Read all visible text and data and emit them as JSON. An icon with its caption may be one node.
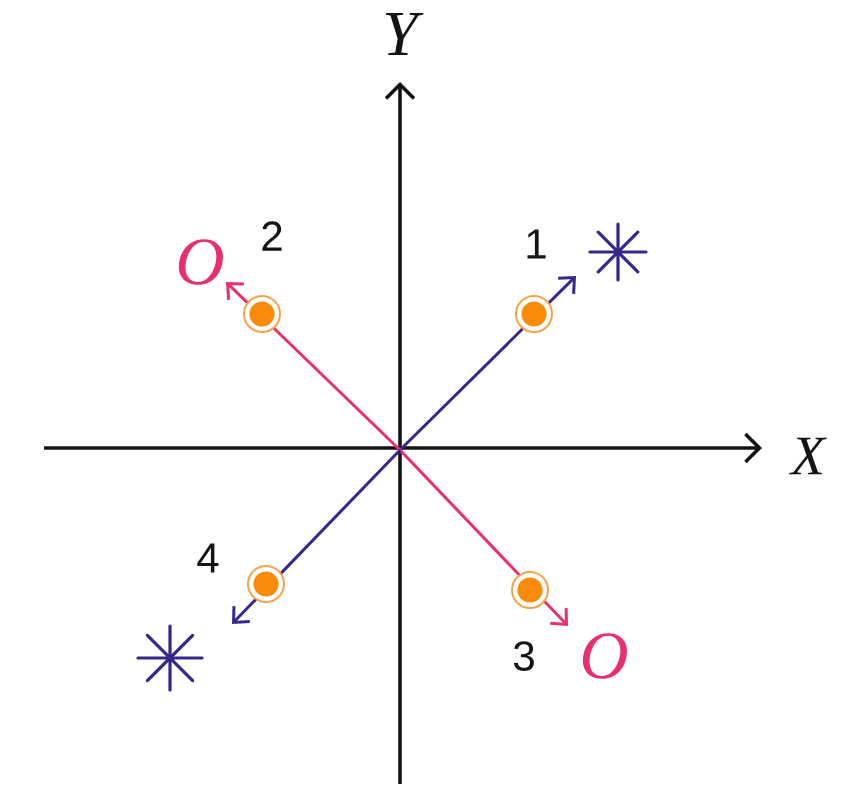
{
  "diagram": {
    "labels": [
      "Y",
      "O",
      "2",
      "1",
      "X",
      "4",
      "3",
      "O"
    ]
  }
}
